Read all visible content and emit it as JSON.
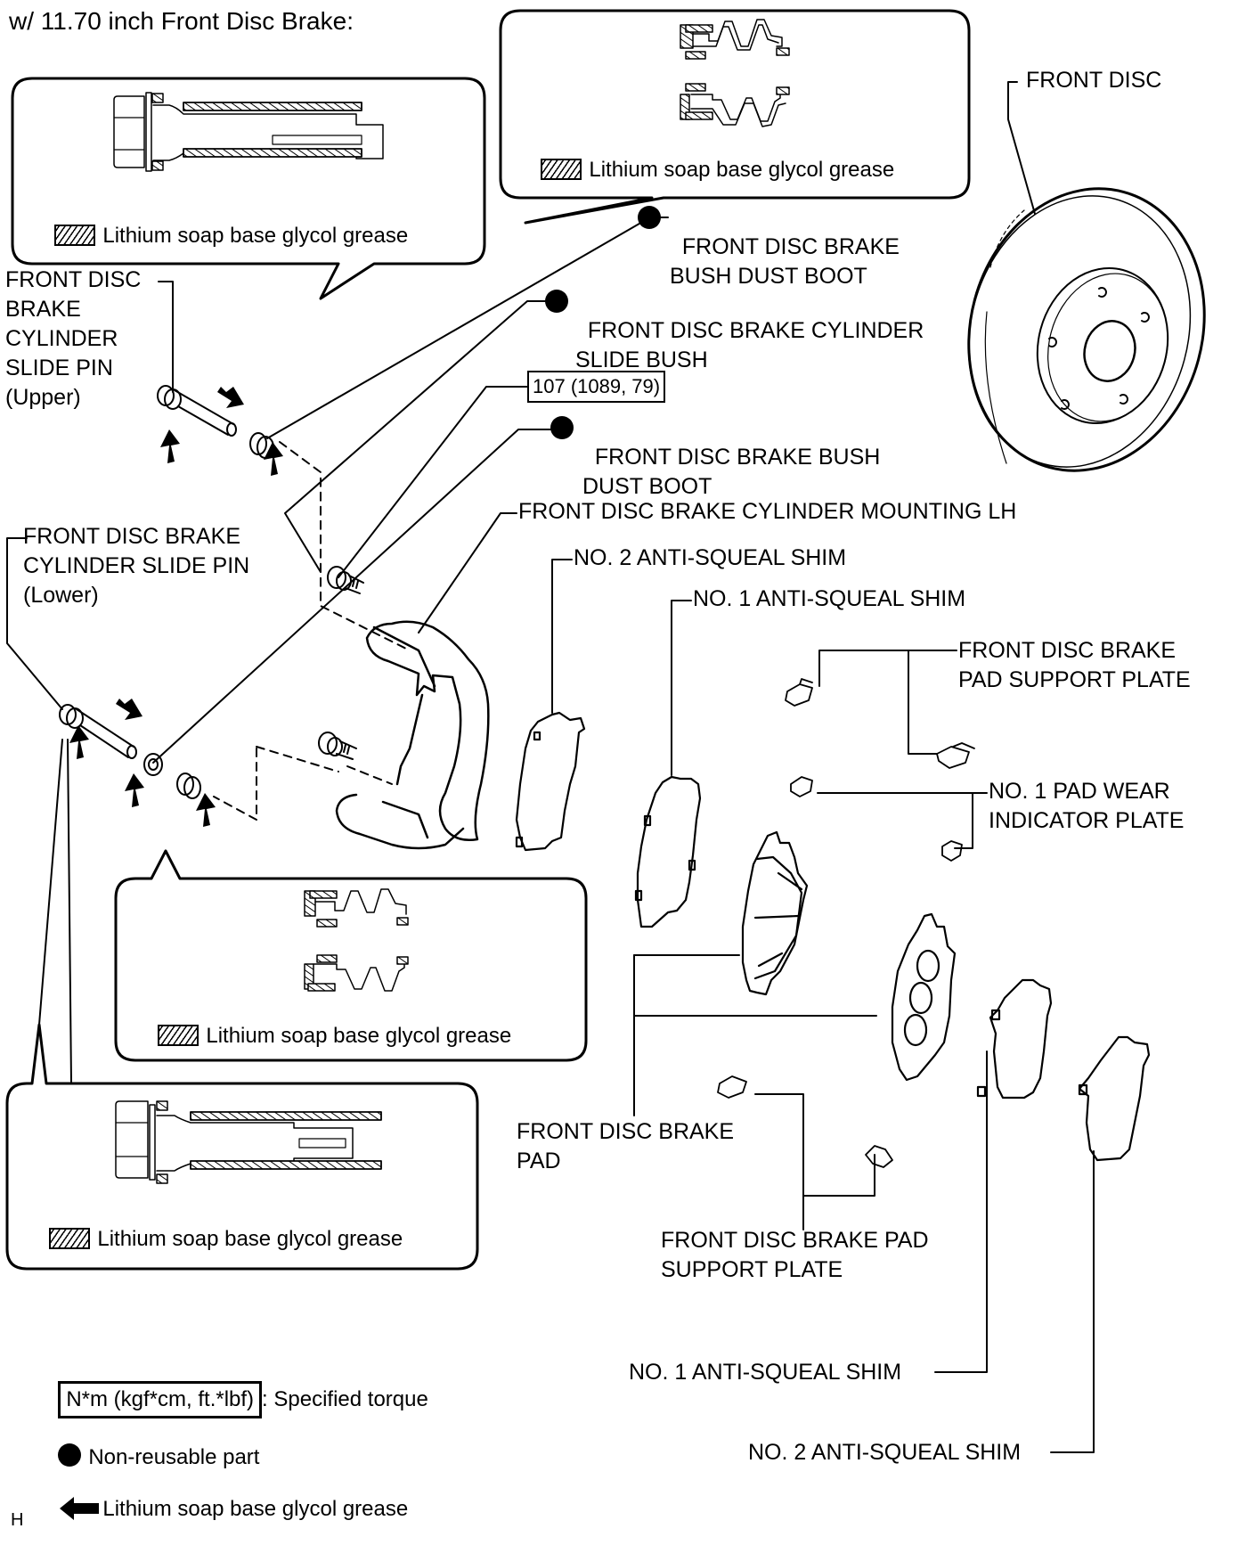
{
  "title": "w/ 11.70 inch Front Disc Brake:",
  "grease_label": "Lithium soap base glycol grease",
  "callouts": {
    "front_disc": "FRONT DISC",
    "bush_dust_boot_upper": "FRONT DISC BRAKE\nBUSH DUST BOOT",
    "slide_bush": "FRONT DISC BRAKE CYLINDER\nSLIDE BUSH",
    "bush_dust_boot_lower": "FRONT DISC BRAKE BUSH\nDUST BOOT",
    "cylinder_mounting": "FRONT DISC BRAKE CYLINDER MOUNTING LH",
    "no2_shim_top": "NO. 2 ANTI-SQUEAL SHIM",
    "no1_shim_top": "NO. 1 ANTI-SQUEAL SHIM",
    "pad_support_plate_right": "FRONT DISC BRAKE\nPAD SUPPORT PLATE",
    "pad_wear_indicator": "NO. 1 PAD WEAR\nINDICATOR PLATE",
    "slide_pin_upper": "FRONT DISC\nBRAKE\nCYLINDER\nSLIDE PIN\n(Upper)",
    "slide_pin_lower": "FRONT DISC BRAKE\nCYLINDER SLIDE PIN\n(Lower)",
    "brake_pad": "FRONT DISC BRAKE\nPAD",
    "pad_support_plate_bottom": "FRONT DISC BRAKE PAD\nSUPPORT PLATE",
    "no1_shim_bottom": "NO. 1 ANTI-SQUEAL SHIM",
    "no2_shim_bottom": "NO. 2 ANTI-SQUEAL SHIM"
  },
  "torque_value": "107 (1089, 79)",
  "non_reusable_parts": [
    "bush_dust_boot_upper",
    "slide_bush",
    "bush_dust_boot_lower"
  ],
  "legend": {
    "torque_box": "N*m (kgf*cm, ft.*lbf)",
    "torque_desc": ": Specified torque",
    "non_reusable": "Non-reusable part",
    "grease_arrow": "Lithium soap base glycol grease"
  },
  "footer_code": "H"
}
